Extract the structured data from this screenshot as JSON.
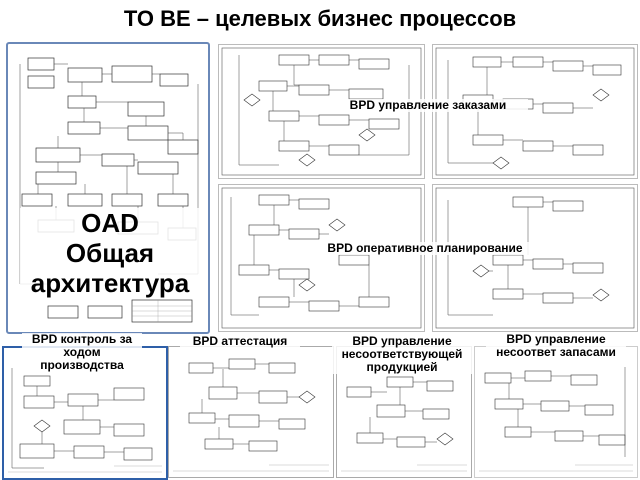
{
  "slide": {
    "title": "TO BE – целевых бизнес процессов"
  },
  "thumbnails": [
    {
      "id": "oad",
      "label_lines": [
        "OAD",
        "Общая",
        "архитектура"
      ]
    },
    {
      "id": "orders",
      "label": "BPD управление заказами"
    },
    {
      "id": "planning",
      "label": "BPD оперативное планирование"
    },
    {
      "id": "production-control",
      "label_lines": [
        "BPD контроль за",
        "ходом",
        "производства"
      ]
    },
    {
      "id": "attestation",
      "label": "BPD аттестация"
    },
    {
      "id": "nonconforming",
      "label_lines": [
        "BPD управление",
        "несоответствующей",
        "продукцией"
      ]
    },
    {
      "id": "inventory",
      "label_lines": [
        "BPD управление",
        "несоответ запасами"
      ]
    }
  ]
}
